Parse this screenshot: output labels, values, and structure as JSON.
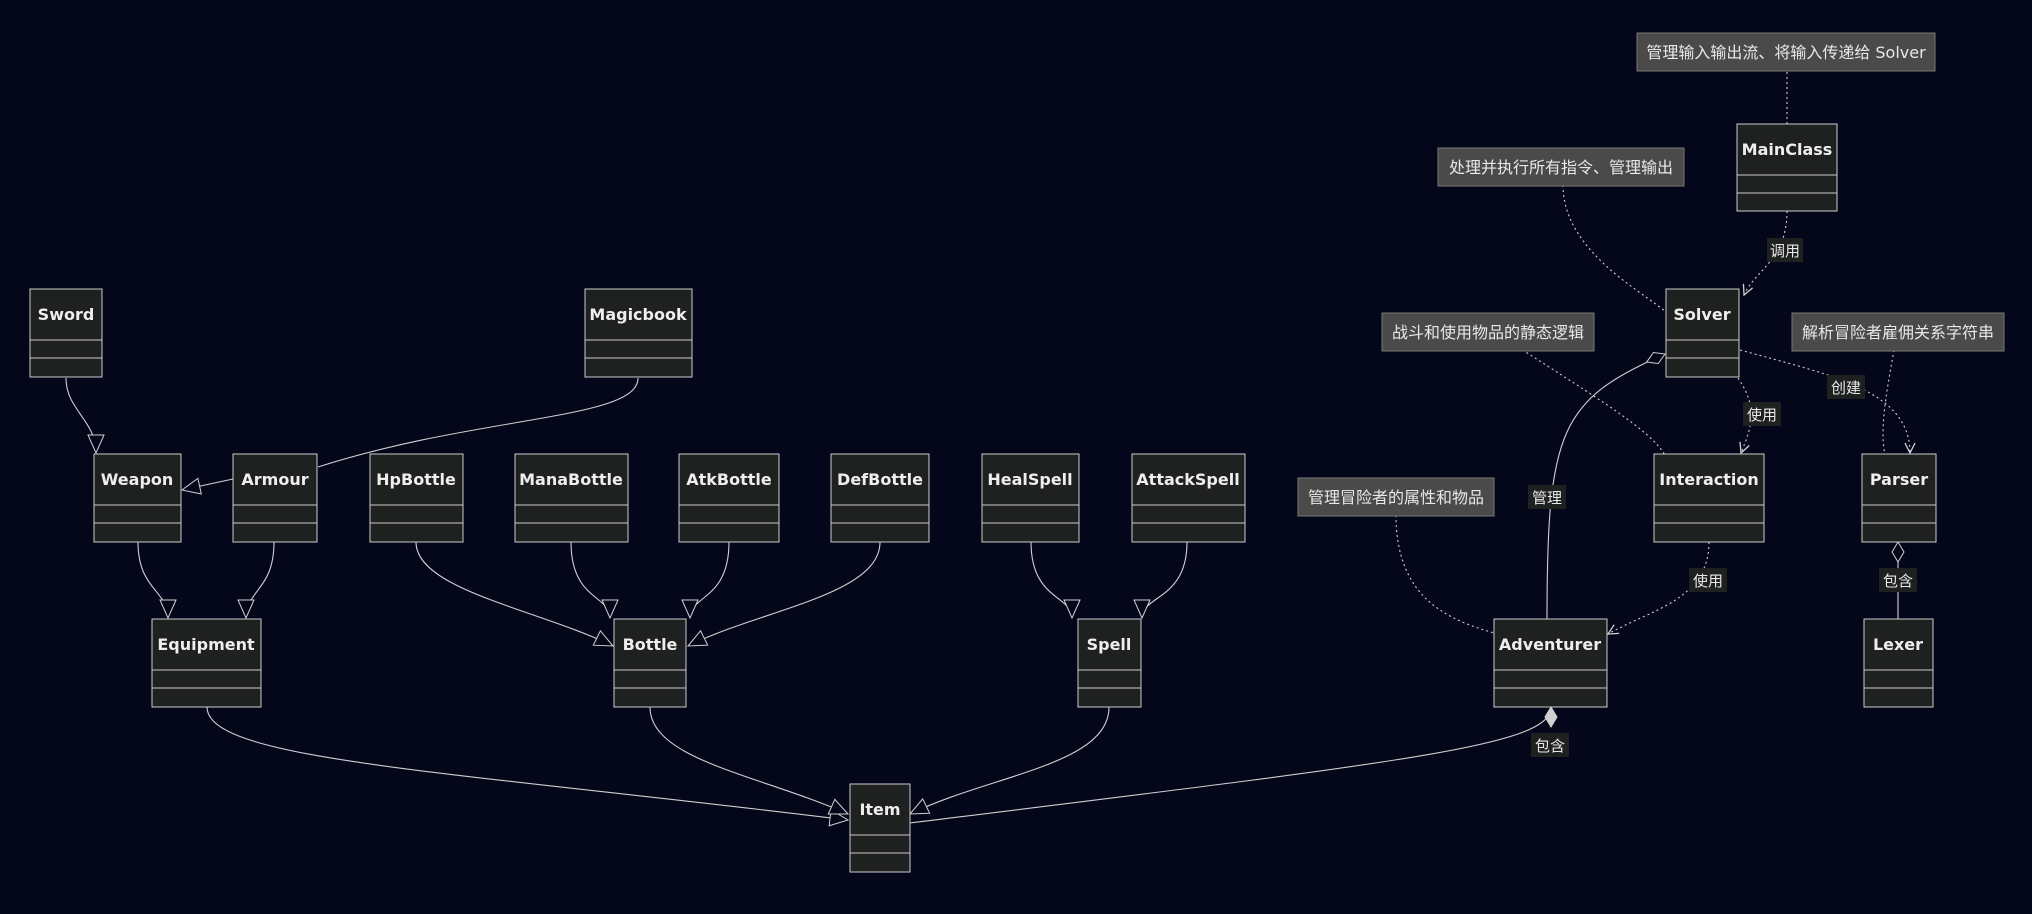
{
  "classes": [
    {
      "id": "sword",
      "name": "Sword"
    },
    {
      "id": "magicbook",
      "name": "Magicbook"
    },
    {
      "id": "weapon",
      "name": "Weapon"
    },
    {
      "id": "armour",
      "name": "Armour"
    },
    {
      "id": "hpbottle",
      "name": "HpBottle"
    },
    {
      "id": "manabottle",
      "name": "ManaBottle"
    },
    {
      "id": "atkbottle",
      "name": "AtkBottle"
    },
    {
      "id": "defbottle",
      "name": "DefBottle"
    },
    {
      "id": "healspell",
      "name": "HealSpell"
    },
    {
      "id": "attackspell",
      "name": "AttackSpell"
    },
    {
      "id": "equipment",
      "name": "Equipment"
    },
    {
      "id": "bottle",
      "name": "Bottle"
    },
    {
      "id": "spell",
      "name": "Spell"
    },
    {
      "id": "item",
      "name": "Item"
    },
    {
      "id": "mainclass",
      "name": "MainClass"
    },
    {
      "id": "solver",
      "name": "Solver"
    },
    {
      "id": "interaction",
      "name": "Interaction"
    },
    {
      "id": "parser",
      "name": "Parser"
    },
    {
      "id": "adventurer",
      "name": "Adventurer"
    },
    {
      "id": "lexer",
      "name": "Lexer"
    }
  ],
  "notes": [
    {
      "id": "note-mainclass",
      "text": "管理输入输出流、将输入传递给 Solver"
    },
    {
      "id": "note-solver",
      "text": "处理并执行所有指令、管理输出"
    },
    {
      "id": "note-interaction",
      "text": "战斗和使用物品的静态逻辑"
    },
    {
      "id": "note-parser",
      "text": "解析冒险者雇佣关系字符串"
    },
    {
      "id": "note-adventurer",
      "text": "管理冒险者的属性和物品"
    }
  ],
  "edge_labels": [
    {
      "id": "label-call",
      "text": "调用"
    },
    {
      "id": "label-create",
      "text": "创建"
    },
    {
      "id": "label-use-solver",
      "text": "使用"
    },
    {
      "id": "label-manage",
      "text": "管理"
    },
    {
      "id": "label-use-interaction",
      "text": "使用"
    },
    {
      "id": "label-contain-lexer",
      "text": "包含"
    },
    {
      "id": "label-contain-item",
      "text": "包含"
    }
  ],
  "colors": {
    "background": "#04071a",
    "box_fill": "#1f2020",
    "line": "#cccccc",
    "note_fill": "#4a4a4a",
    "text": "#eeeeee"
  }
}
